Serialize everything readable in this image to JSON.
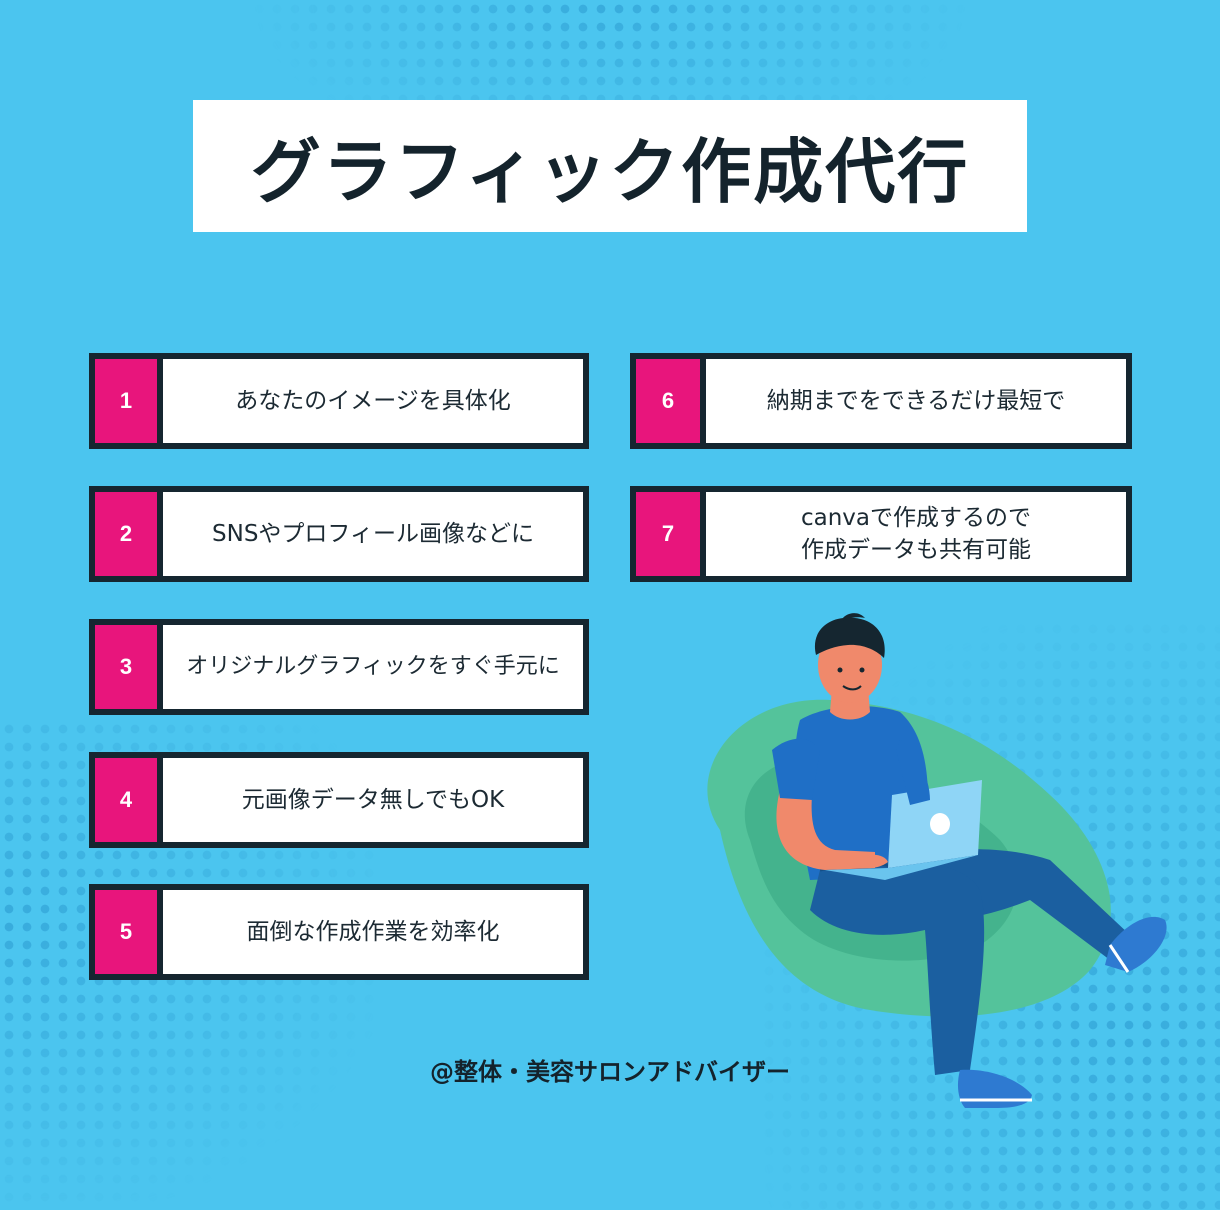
{
  "title": "グラフィック作成代行",
  "items_left": [
    {
      "number": "1",
      "text": "あなたのイメージを具体化"
    },
    {
      "number": "2",
      "text": "SNSやプロフィール画像などに"
    },
    {
      "number": "3",
      "text": "オリジナルグラフィックをすぐ手元に"
    },
    {
      "number": "4",
      "text": "元画像データ無しでもOK"
    },
    {
      "number": "5",
      "text": "面倒な作成作業を効率化"
    }
  ],
  "items_right": [
    {
      "number": "6",
      "text": "納期までをできるだけ最短で"
    },
    {
      "number": "7",
      "line1": "canvaで作成するので",
      "line2": "作成データも共有可能"
    }
  ],
  "footer": "@整体・美容サロンアドバイザー",
  "colors": {
    "background": "#4bc5ef",
    "number_badge": "#e8157c",
    "border": "#152630",
    "text": "#14232c"
  },
  "illustration": "person-with-laptop-on-beanbag"
}
